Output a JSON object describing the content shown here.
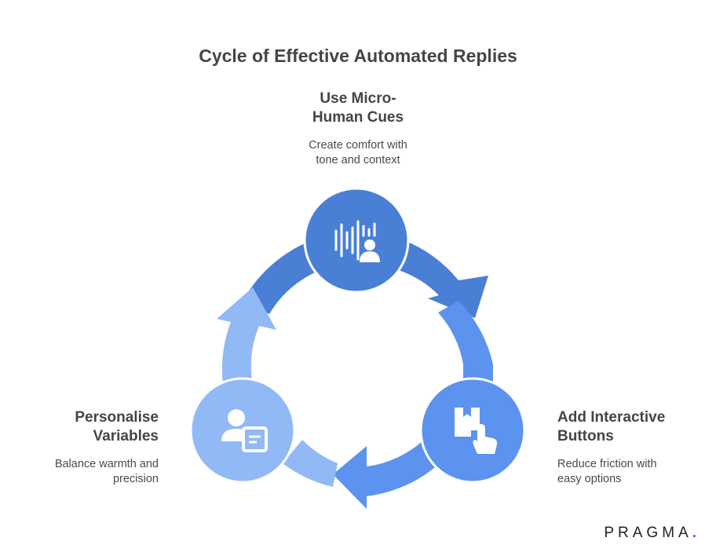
{
  "title": "Cycle of Effective Automated Replies",
  "steps": [
    {
      "title_lines": [
        "Use Micro-",
        "Human Cues"
      ],
      "desc_lines": [
        "Create comfort with",
        "tone and context"
      ],
      "icon": "voice-person-icon",
      "color": "#4a7fd6"
    },
    {
      "title_lines": [
        "Add Interactive",
        "Buttons"
      ],
      "desc_lines": [
        "Reduce friction with",
        "easy options"
      ],
      "icon": "box-hand-tap-icon",
      "color": "#5b93ee"
    },
    {
      "title_lines": [
        "Personalise",
        "Variables"
      ],
      "desc_lines": [
        "Balance warmth and",
        "precision"
      ],
      "icon": "person-document-icon",
      "color": "#90b9f6"
    }
  ],
  "brand": {
    "name": "PRAGMA",
    "dot": ".",
    "dot_color": "#3a70d8"
  }
}
